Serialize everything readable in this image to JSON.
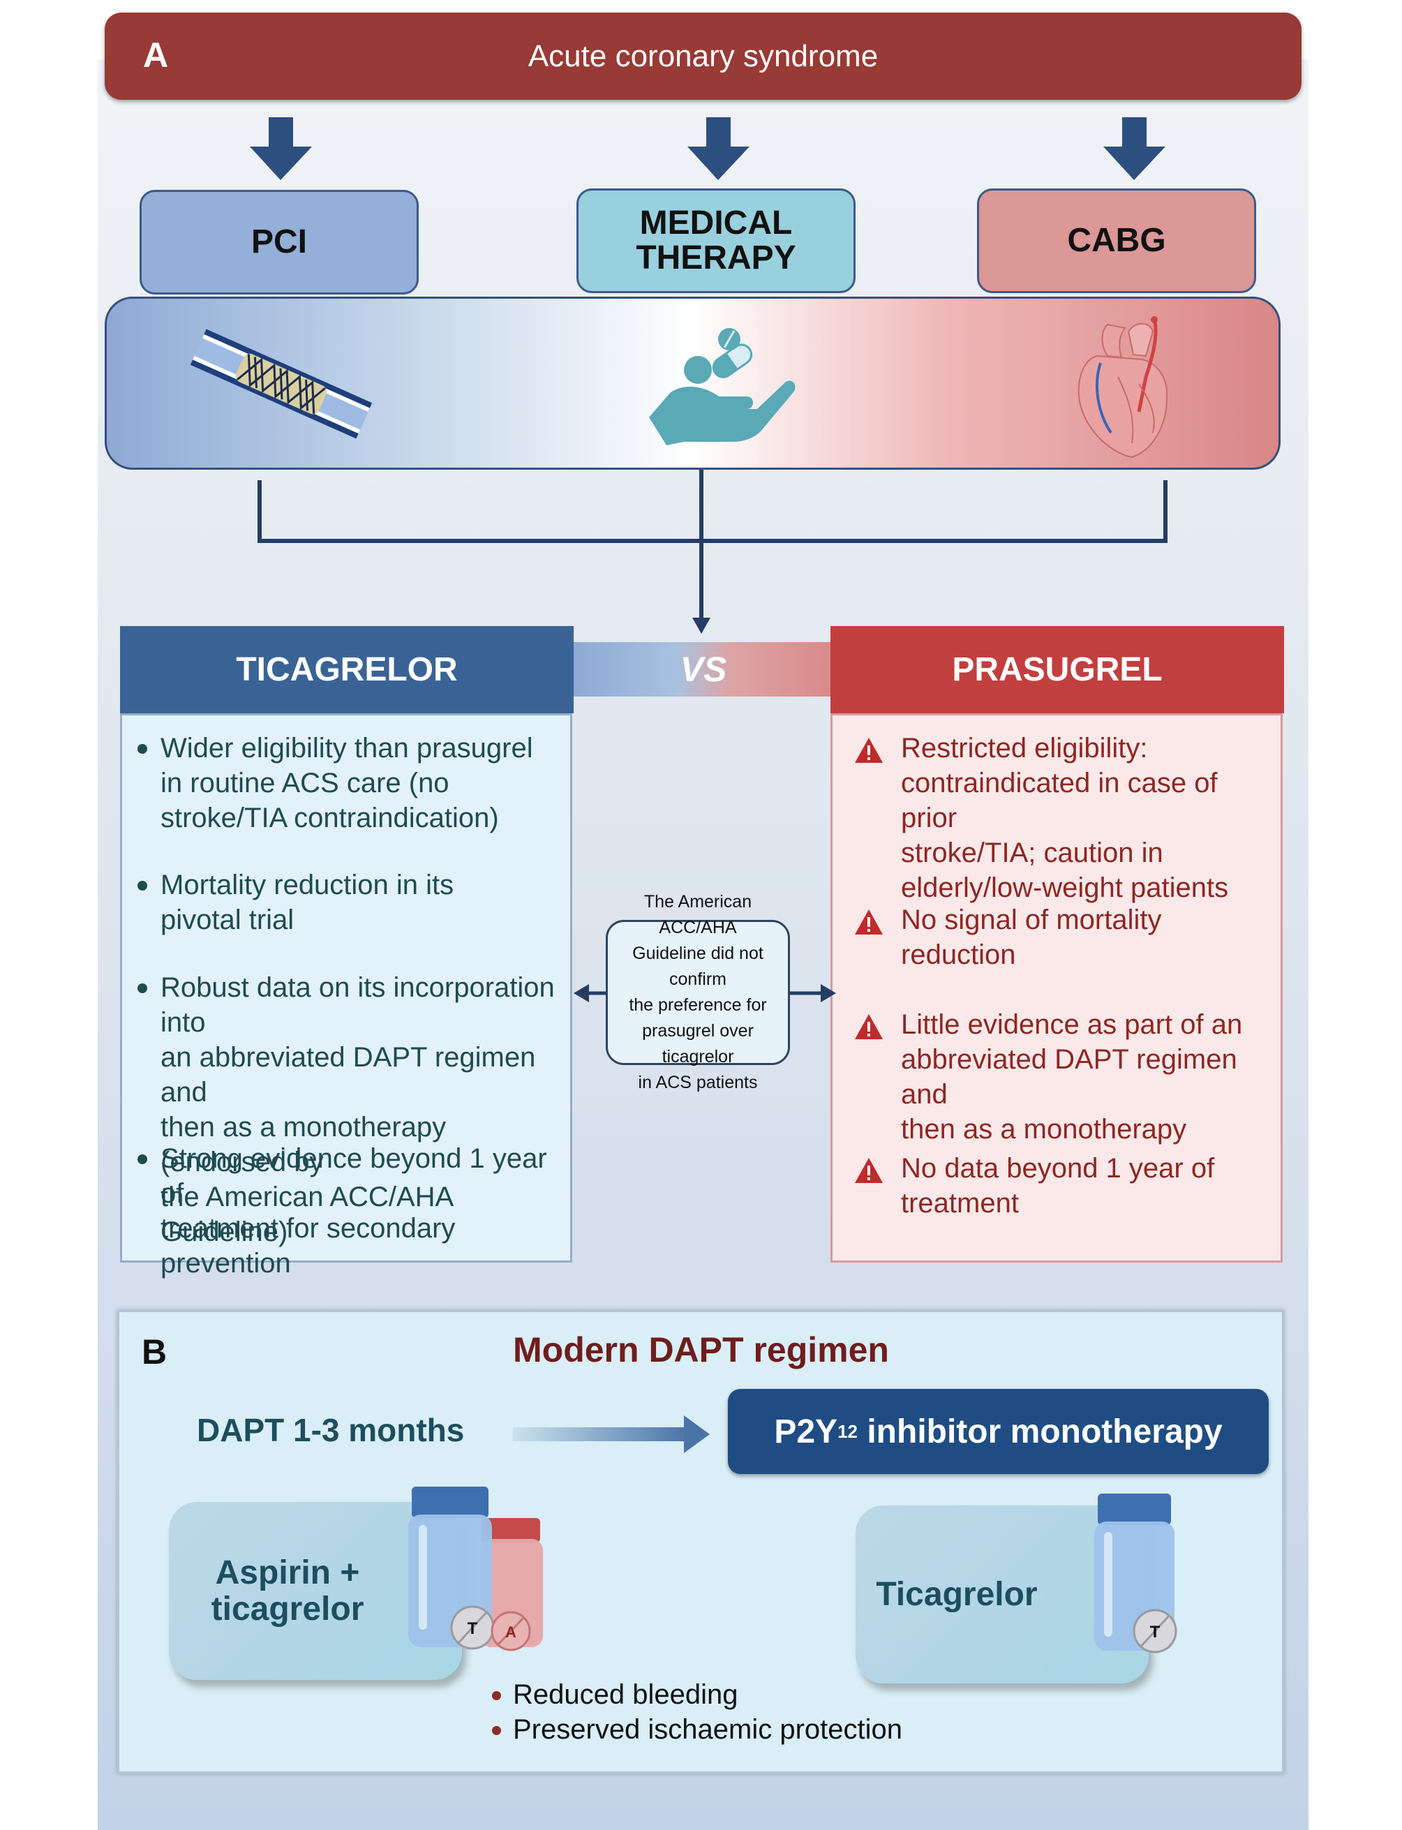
{
  "panel_a": {
    "letter": "A",
    "title": "Acute coronary syndrome",
    "treatments": [
      "PCI",
      "MEDICAL\nTHERAPY",
      "CABG"
    ],
    "icons": [
      "stent-icon",
      "hand-pills-icon",
      "heart-bypass-icon"
    ],
    "ticagrelor": {
      "header": "TICAGRELOR",
      "points": [
        "Wider eligibility than prasugrel\nin routine ACS care (no\nstroke/TIA contraindication)",
        "Mortality reduction in its\npivotal trial",
        "Robust data on its incorporation into\nan abbreviated DAPT regimen and\nthen as a monotherapy (endorsed by\nthe American ACC/AHA Guideline)",
        "Strong evidence beyond 1 year of\ntreatment for secondary prevention"
      ]
    },
    "vs": "VS",
    "prasugrel": {
      "header": "PRASUGREL",
      "points": [
        "Restricted eligibility:\ncontraindicated in case of prior\nstroke/TIA; caution in\nelderly/low-weight patients",
        "No signal of mortality\nreduction",
        "Little evidence as part of an\nabbreviated DAPT regimen and\nthen as a monotherapy",
        "No data beyond 1 year of\ntreatment"
      ]
    },
    "guideline_note": "The American ACC/AHA\nGuideline did not confirm\nthe preference for\nprasugrel over ticagrelor\nin ACS patients"
  },
  "panel_b": {
    "letter": "B",
    "title": "Modern DAPT regimen",
    "dapt_label": "DAPT 1-3 months",
    "mono_label": "P2Y",
    "mono_sub": "12",
    "mono_rest": " inhibitor monotherapy",
    "left_drug": "Aspirin +\nticagrelor",
    "right_drug": "Ticagrelor",
    "bottle_labels": {
      "ticagrelor": "T",
      "aspirin": "A"
    },
    "benefits": [
      "Reduced bleeding",
      "Preserved ischaemic protection"
    ]
  },
  "colors": {
    "banner": "#983a36",
    "pci": "#94afd8",
    "medical": "#99d0de",
    "cabg": "#dc9797",
    "ticagrelor_header": "#3a6395",
    "prasugrel_header": "#c13f3e",
    "ticagrelor_body": "#e3f1fb",
    "prasugrel_body": "#fbe9e9",
    "ticagrelor_text": "#1e4b50",
    "prasugrel_text": "#8e2623",
    "title_b": "#6f1d1d",
    "mono_banner": "#1f4d83"
  }
}
